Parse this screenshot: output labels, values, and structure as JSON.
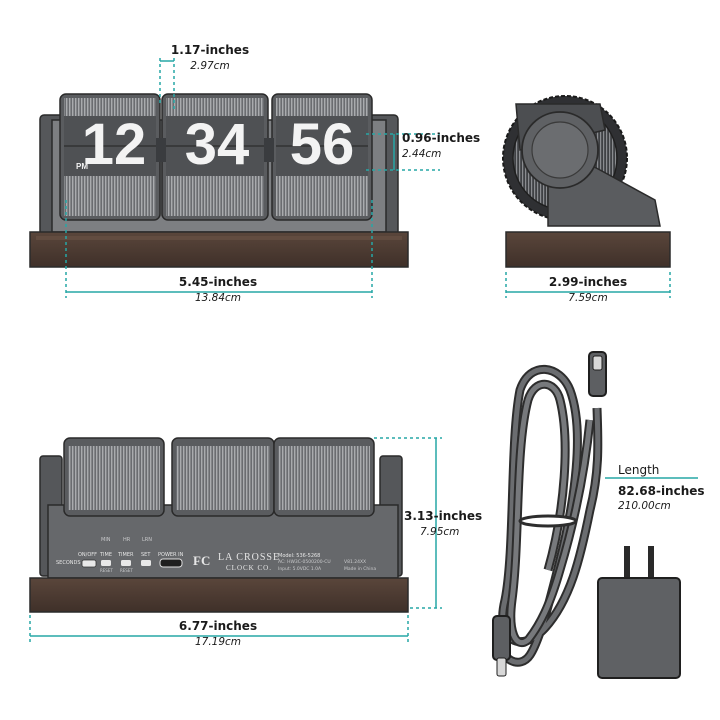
{
  "front": {
    "digits": {
      "hours": "12",
      "minutes": "34",
      "seconds": "56"
    },
    "ampm": "PM",
    "card_width": {
      "inches": "1.17-inches",
      "cm": "2.97cm"
    },
    "digit_height": {
      "inches": "0.96-inches",
      "cm": "2.44cm"
    },
    "base_width": {
      "inches": "5.45-inches",
      "cm": "13.84cm"
    }
  },
  "side": {
    "depth": {
      "inches": "2.99-inches",
      "cm": "7.59cm"
    }
  },
  "back": {
    "height": {
      "inches": "3.13-inches",
      "cm": "7.95cm"
    },
    "width": {
      "inches": "6.77-inches",
      "cm": "17.19cm"
    },
    "panel": {
      "small_labels": [
        "MIN",
        "HR",
        "LRN"
      ],
      "switch_top": "ON/OFF",
      "switch_label": "SECONDS",
      "buttons": [
        "TIME",
        "TIMER",
        "SET"
      ],
      "button_sub": [
        "RESET",
        "RESET",
        ""
      ],
      "power": "POWER IN",
      "fcc": "FC",
      "brand_line1": "LA CROSSE",
      "brand_line2": "CLOCK CO.",
      "model": "Model: 536-5268",
      "spec1": "AC: HW3C-0500200-CU",
      "spec2": "Input: 5.0VDC 1.0A",
      "ver": "V81.24XX",
      "made": "Made in China"
    }
  },
  "cable": {
    "title": "Length",
    "inches": "82.68-inches",
    "cm": "210.00cm"
  },
  "colors": {
    "dimension_teal": "#26a7a6",
    "wood": "#4b3a31",
    "body": "#5c5e61",
    "card_face": "#4f5154",
    "digit": "#f3f3f3"
  }
}
